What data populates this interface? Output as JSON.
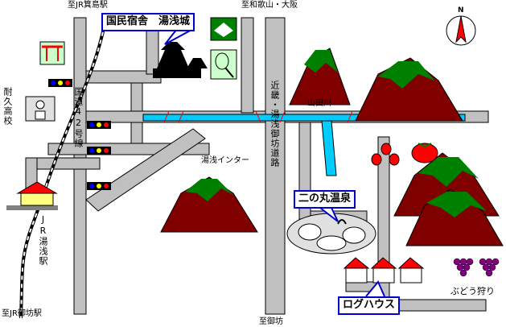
{
  "directions": {
    "top_left": "至JR箕島駅",
    "top_right": "至和歌山・大阪",
    "bottom_left": "至JR御坊駅",
    "bottom_center": "至御坊"
  },
  "roads": {
    "route42": "国道42号線",
    "expressway": "近畿・湯浅御坊道路",
    "interchange": "湯浅インター"
  },
  "river": "山田川",
  "school": "耐久高校",
  "station": "JR湯浅駅",
  "callouts": {
    "lodge": "国民宿舎　湯浅城",
    "onsen": "二の丸温泉",
    "loghouse": "ログハウス"
  },
  "grapes": "ぶどう狩り",
  "compass": "N",
  "colors": {
    "road": "#c0c0c0",
    "river": "#00ccff",
    "mountain_dark": "#800000",
    "mountain_light": "#008000",
    "callout_border": "#0000cc"
  }
}
